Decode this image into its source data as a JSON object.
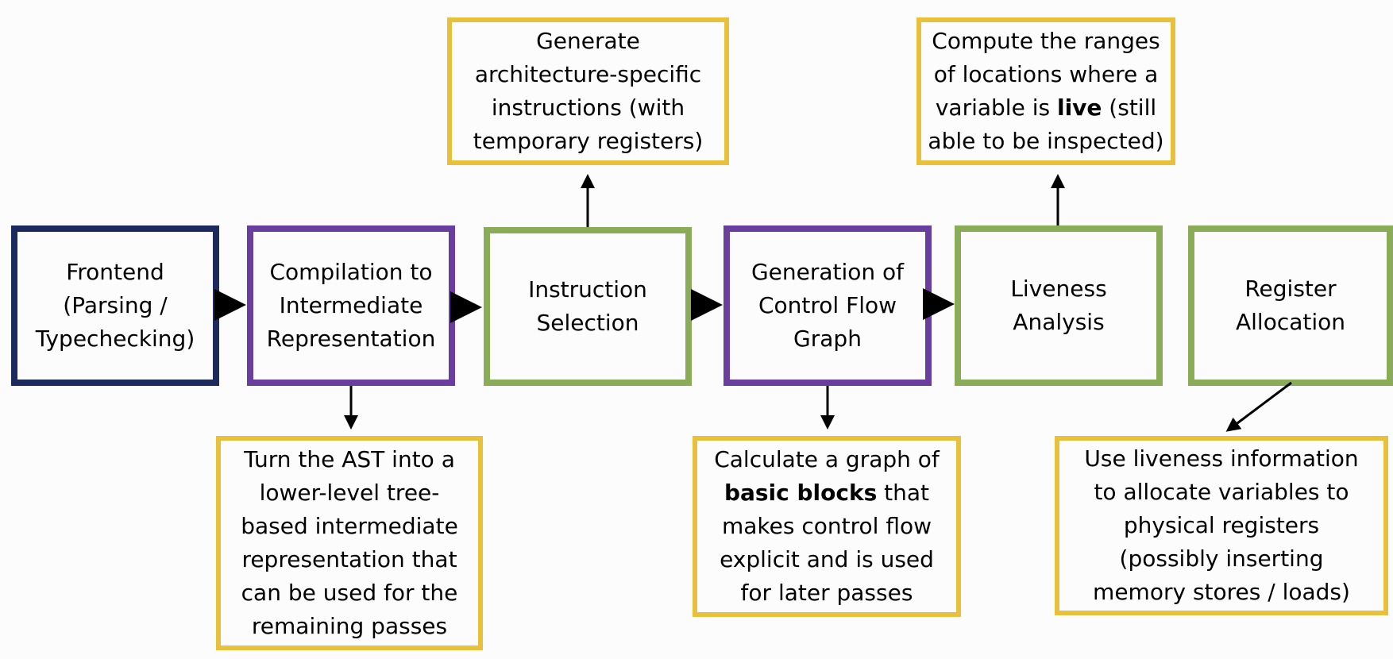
{
  "colors": {
    "frontend_border": "#1c2a5e",
    "ir_border": "#6a3e9e",
    "backend_border": "#8aab57",
    "note_border": "#e9c03c",
    "arrow": "#000000",
    "background": "#fcfcfc"
  },
  "stages": [
    {
      "id": "frontend",
      "lines": [
        "Frontend",
        "(Parsing /",
        "Typechecking)"
      ],
      "color": "navy"
    },
    {
      "id": "ir",
      "lines": [
        "Compilation to",
        "Intermediate",
        "Representation"
      ],
      "color": "purple"
    },
    {
      "id": "isel",
      "lines": [
        "Instruction",
        "Selection"
      ],
      "color": "green"
    },
    {
      "id": "cfg",
      "lines": [
        "Generation of",
        "Control Flow",
        "Graph"
      ],
      "color": "purple"
    },
    {
      "id": "liveness",
      "lines": [
        "Liveness",
        "Analysis"
      ],
      "color": "green"
    },
    {
      "id": "regalloc",
      "lines": [
        "Register",
        "Allocation"
      ],
      "color": "green"
    }
  ],
  "notes": [
    {
      "id": "isel-note",
      "stage": "isel",
      "html": "Generate<br>architecture-specific<br>instructions (with<br>temporary registers)"
    },
    {
      "id": "liveness-note",
      "stage": "liveness",
      "html": "Compute the ranges<br>of locations where a<br>variable is <b>live</b> (still<br>able to be inspected)"
    },
    {
      "id": "ir-note",
      "stage": "ir",
      "html": "Turn the AST into a<br>lower-level tree-<br>based intermediate<br>representation that<br>can be used for the<br>remaining passes"
    },
    {
      "id": "cfg-note",
      "stage": "cfg",
      "html": "Calculate a graph of<br><b>basic blocks</b> that<br>makes control flow<br>explicit and is used<br>for later passes"
    },
    {
      "id": "regalloc-note",
      "stage": "regalloc",
      "html": "Use liveness information<br>to allocate variables to<br>physical registers<br>(possibly inserting<br>memory stores / loads)"
    }
  ]
}
